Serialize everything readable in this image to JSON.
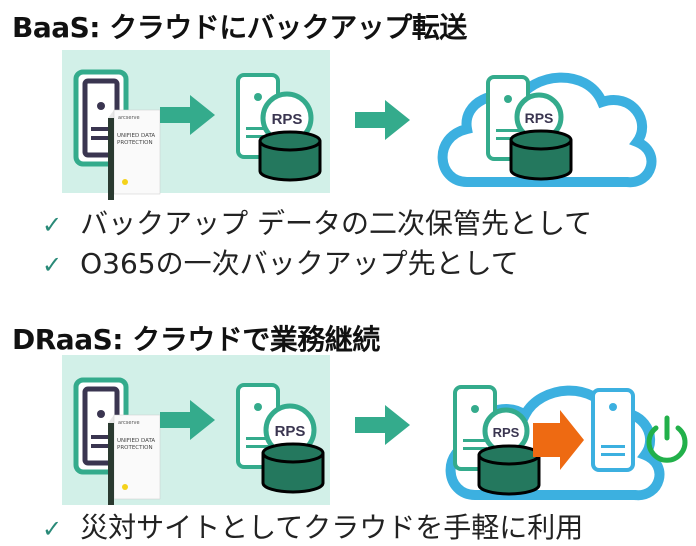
{
  "baas": {
    "title": "BaaS: クラウドにバックアップ転送",
    "bullets": [
      "バックアップ データの二次保管先として",
      "O365の一次バックアップ先として"
    ]
  },
  "draas": {
    "title": "DRaaS: クラウドで業務継続",
    "bullets": [
      "災対サイトとしてクラウドを手軽に利用"
    ]
  },
  "labels": {
    "rps": "RPS",
    "product_brand": "arcserve",
    "product_name_1": "UNIFIED DATA",
    "product_name_2": "PROTECTION"
  },
  "colors": {
    "panel": "#d2f0e8",
    "teal": "#34ab8c",
    "cloud": "#3cb0e0",
    "orange": "#ee6a12",
    "power": "#22b04a",
    "dark": "#3a3550",
    "db": "#24785e"
  },
  "icons": [
    "server-icon",
    "product-box-icon",
    "arrow-right-icon",
    "rps-icon",
    "database-icon",
    "cloud-icon",
    "power-icon",
    "check-icon"
  ]
}
